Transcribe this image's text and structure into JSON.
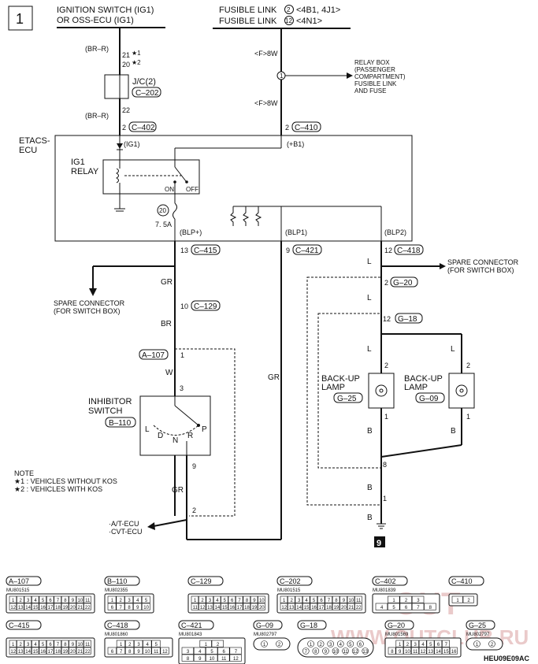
{
  "page_number": "1",
  "figure_code": "HEU09E09AC",
  "sources": {
    "ignition_line1": "IGNITION SWITCH (IG1)",
    "ignition_line2": "OR OSS-ECU (IG1)",
    "fusible_line1_prefix": "FUSIBLE LINK",
    "fusible_line1_num": "2",
    "fusible_line1_suffix": "<4B1, 4J1>",
    "fusible_line2_prefix": "FUSIBLE LINK",
    "fusible_line2_num": "12",
    "fusible_line2_suffix": "<4N1>"
  },
  "wires": {
    "br_r_1": "(BR–R)",
    "br_r_2": "(BR–R)",
    "f_8w_1": "<F>8W",
    "f_8w_2": "<F>8W",
    "gr_1": "GR",
    "br": "BR",
    "w": "W",
    "gr_2": "GR",
    "gr_long": "GR",
    "l_1": "L",
    "l_2": "L",
    "l_3": "L",
    "l_4": "L",
    "b_1": "B",
    "b_2": "B",
    "b_3": "B",
    "b_4": "B"
  },
  "jc": {
    "pin_21": "21",
    "pin_20": "20",
    "star1": "★1",
    "star2": "★2",
    "label": "J/C(2)",
    "code": "C–202",
    "pin_22": "22"
  },
  "relay_box": {
    "line1": "RELAY BOX",
    "line2": "(PASSENGER",
    "line3": "COMPARTMENT)",
    "line4": "FUSIBLE LINK",
    "line5": "AND FUSE",
    "fuse_num": "1"
  },
  "etacs": {
    "label_line1": "ETACS-",
    "label_line2": "ECU",
    "pin_c402": "2",
    "code_c402": "C–402",
    "pin_c410": "2",
    "code_c410": "C–410",
    "sig_ig1": "(IG1)",
    "sig_b1": "(+B1)",
    "relay_line1": "IG1",
    "relay_line2": "RELAY",
    "on": "ON",
    "off": "OFF",
    "fuse_num": "20",
    "fuse_rating": "7. 5A",
    "sig_blp_plus": "(BLP+)",
    "sig_blp1": "(BLP1)",
    "sig_blp2": "(BLP2)",
    "pin_c415": "13",
    "code_c415": "C–415",
    "pin_c421": "9",
    "code_c421": "C–421",
    "pin_c418": "12",
    "code_c418": "C–418"
  },
  "spare_left": {
    "line1": "SPARE CONNECTOR",
    "line2": "(FOR SWITCH BOX)"
  },
  "spare_right": {
    "line1": "SPARE CONNECTOR",
    "line2": "(FOR SWITCH BOX)"
  },
  "c129": {
    "pin": "10",
    "code": "C–129"
  },
  "a107": {
    "code": "A–107",
    "pin": "1"
  },
  "inhibitor": {
    "line1": "INHIBITOR",
    "line2": "SWITCH",
    "code": "B–110",
    "pin_top": "3",
    "pin_bottom": "9",
    "pos_l": "L",
    "pos_d": "D",
    "pos_n": "N",
    "pos_r": "R",
    "pos_p": "P"
  },
  "at_ecu": {
    "pin": "2",
    "line1": "·A/T-ECU",
    "line2": "·CVT-ECU"
  },
  "g20": {
    "pin": "2",
    "code": "G–20"
  },
  "g18": {
    "pin_top": "12",
    "code": "G–18",
    "pin_bottom": "8"
  },
  "lamp_left": {
    "line1": "BACK-UP",
    "line2": "LAMP",
    "code": "G–25",
    "pin_top": "2",
    "pin_bottom": "1"
  },
  "lamp_right": {
    "line1": "BACK-UP",
    "line2": "LAMP",
    "code": "G–09",
    "pin_top": "2",
    "pin_bottom": "1"
  },
  "ground": {
    "pin": "1",
    "ground_num": "9"
  },
  "note": {
    "title": "NOTE",
    "item1": "★1 : VEHICLES WITHOUT KOS",
    "item2": "★2 : VEHICLES WITH KOS"
  },
  "connectors": [
    {
      "code": "A–107",
      "part": "MU801515",
      "rows": [
        [
          "1",
          "2",
          "3",
          "4",
          "5",
          "6",
          "7",
          "8",
          "9",
          "10",
          "11"
        ],
        [
          "12",
          "13",
          "14",
          "15",
          "16",
          "17",
          "18",
          "19",
          "20",
          "21",
          "22"
        ]
      ]
    },
    {
      "code": "B–110",
      "part": "MU802355",
      "rows": [
        [
          "1",
          "2",
          "3",
          "4",
          "5"
        ],
        [
          "6",
          "7",
          "8",
          "9",
          "10"
        ]
      ]
    },
    {
      "code": "C–129",
      "part": "",
      "rows": [
        [
          "1",
          "2",
          "3",
          "4",
          "5",
          "6",
          "7",
          "8",
          "9",
          "10"
        ],
        [
          "11",
          "12",
          "13",
          "14",
          "15",
          "16",
          "17",
          "18",
          "19",
          "20"
        ]
      ]
    },
    {
      "code": "C–202",
      "part": "MU801515",
      "rows": [
        [
          "1",
          "2",
          "3",
          "4",
          "5",
          "6",
          "7",
          "8",
          "9",
          "10",
          "11"
        ],
        [
          "12",
          "13",
          "14",
          "15",
          "16",
          "17",
          "18",
          "19",
          "20",
          "21",
          "22"
        ]
      ]
    },
    {
      "code": "C–402",
      "part": "MU801839",
      "rows": [
        [
          "1",
          "2",
          "3"
        ],
        [
          "4",
          "5",
          "6",
          "7",
          "8"
        ]
      ]
    },
    {
      "code": "C–410",
      "part": "",
      "rows": [
        [
          "1",
          "2"
        ]
      ]
    },
    {
      "code": "C–415",
      "part": "",
      "rows": [
        [
          "1",
          "2",
          "3",
          "4",
          "5",
          "6",
          "7",
          "8",
          "9",
          "10",
          "11"
        ],
        [
          "12",
          "13",
          "14",
          "15",
          "16",
          "17",
          "18",
          "19",
          "20",
          "21",
          "22"
        ]
      ]
    },
    {
      "code": "C–418",
      "part": "MU801860",
      "rows": [
        [
          "1",
          "2",
          "3",
          "4",
          "5"
        ],
        [
          "6",
          "7",
          "8",
          "9",
          "10",
          "11",
          "12"
        ]
      ]
    },
    {
      "code": "C–421",
      "part": "MU801843",
      "rows": [
        [
          "1",
          "2"
        ],
        [
          "3",
          "4",
          "5",
          "6",
          "7"
        ],
        [
          "8",
          "9",
          "10",
          "11",
          "12"
        ]
      ]
    },
    {
      "code": "G–09",
      "part": "MU802797",
      "rows": [
        [
          "1",
          "2"
        ]
      ]
    },
    {
      "code": "G–18",
      "part": "",
      "rows": [
        [
          "1",
          "2",
          "3",
          "4",
          "5",
          "6"
        ],
        [
          "7",
          "8",
          "9",
          "10",
          "11",
          "12",
          "13"
        ]
      ]
    },
    {
      "code": "G–20",
      "part": "MU801569",
      "rows": [
        [
          "1",
          "2",
          "3",
          "4",
          "5",
          "6",
          "7"
        ],
        [
          "8",
          "9",
          "10",
          "11",
          "12",
          "13",
          "14",
          "15",
          "16"
        ]
      ]
    },
    {
      "code": "G–25",
      "part": "MU802797",
      "rows": [
        [
          "1",
          "2"
        ]
      ]
    }
  ],
  "watermark": {
    "line1": "OUT",
    "line2": "WWW.OUTCLUB.RU"
  }
}
